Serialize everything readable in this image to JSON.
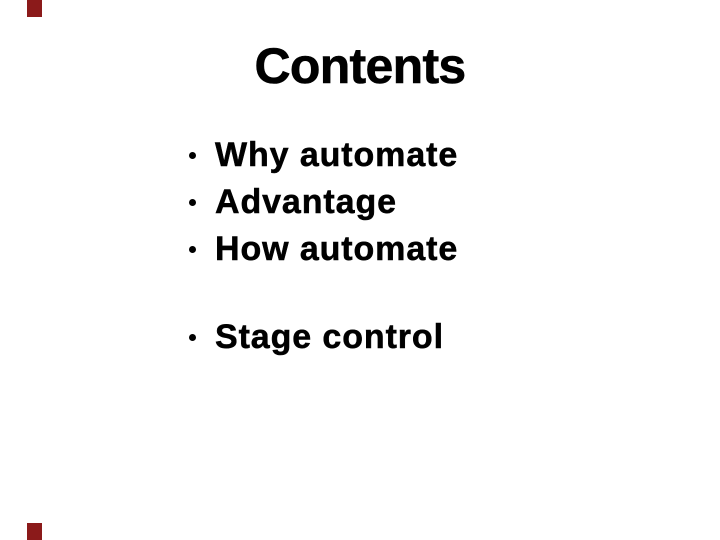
{
  "slide": {
    "title": "Contents",
    "bullets": [
      "Why automate",
      "Advantage",
      "How automate",
      "Stage control"
    ],
    "text_color": "#000000",
    "background_color": "#ffffff"
  },
  "decoration": {
    "corner_mark_color": "#8b1a1a"
  }
}
